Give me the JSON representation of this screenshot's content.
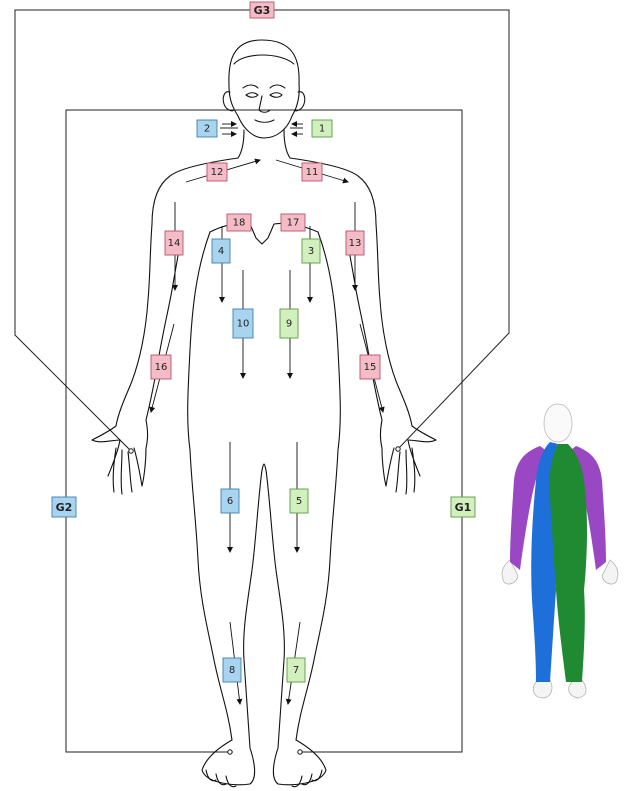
{
  "colors": {
    "red_fill": "#f4bcc6",
    "red_stroke": "#b8536a",
    "blue_fill": "#a9d4ef",
    "blue_stroke": "#3f7fb0",
    "green_fill": "#d2f0bd",
    "green_stroke": "#5c9a44",
    "silhouette_blue": "#1e6fd9",
    "silhouette_green": "#1f8a32",
    "silhouette_purple": "#9a47c4"
  },
  "groups": [
    {
      "id": "g3",
      "label": "G3",
      "color": "red"
    },
    {
      "id": "g2",
      "label": "G2",
      "color": "blue"
    },
    {
      "id": "g1",
      "label": "G1",
      "color": "green"
    }
  ],
  "labels": [
    {
      "id": "n1",
      "label": "1",
      "color": "green"
    },
    {
      "id": "n2",
      "label": "2",
      "color": "blue"
    },
    {
      "id": "n3",
      "label": "3",
      "color": "green"
    },
    {
      "id": "n4",
      "label": "4",
      "color": "blue"
    },
    {
      "id": "n5",
      "label": "5",
      "color": "green"
    },
    {
      "id": "n6",
      "label": "6",
      "color": "blue"
    },
    {
      "id": "n7",
      "label": "7",
      "color": "green"
    },
    {
      "id": "n8",
      "label": "8",
      "color": "blue"
    },
    {
      "id": "n9",
      "label": "9",
      "color": "green"
    },
    {
      "id": "n10",
      "label": "10",
      "color": "blue"
    },
    {
      "id": "n11",
      "label": "11",
      "color": "red"
    },
    {
      "id": "n12",
      "label": "12",
      "color": "red"
    },
    {
      "id": "n13",
      "label": "13",
      "color": "red"
    },
    {
      "id": "n14",
      "label": "14",
      "color": "red"
    },
    {
      "id": "n15",
      "label": "15",
      "color": "red"
    },
    {
      "id": "n16",
      "label": "16",
      "color": "red"
    },
    {
      "id": "n17",
      "label": "17",
      "color": "red"
    },
    {
      "id": "n18",
      "label": "18",
      "color": "red"
    }
  ]
}
